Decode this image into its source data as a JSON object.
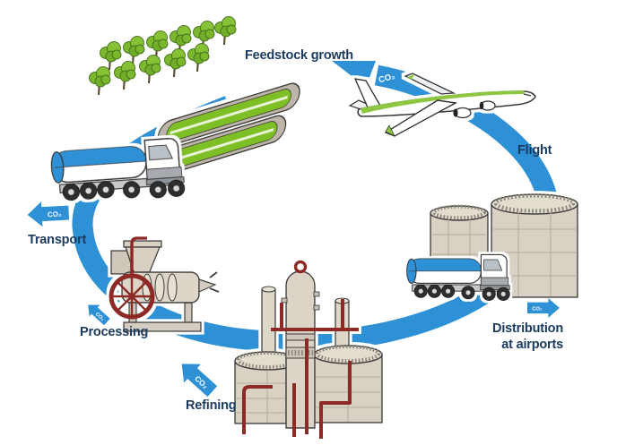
{
  "diagram": {
    "type": "circular-lifecycle",
    "co2_label": "CO₂",
    "stages": {
      "feedstock": {
        "label": "Feedstock growth"
      },
      "flight": {
        "label": "Flight"
      },
      "distribution": {
        "label_line1": "Distribution",
        "label_line2": "at airports"
      },
      "refining": {
        "label": "Refining"
      },
      "processing": {
        "label": "Processing"
      },
      "transport": {
        "label": "Transport"
      }
    },
    "flow_order": [
      "Feedstock growth",
      "Transport",
      "Processing",
      "Refining",
      "Distribution at airports",
      "Flight"
    ],
    "colors": {
      "ring_blue": "#2E90D5",
      "label_navy": "#1B3A5F",
      "field_green": "#7FBF26",
      "plane_stripe_green": "#8DC63F",
      "structure_tan": "#D9D2C4",
      "pipe_red": "#8E2B25",
      "truck_tank_blue": "#2E90D5"
    }
  }
}
